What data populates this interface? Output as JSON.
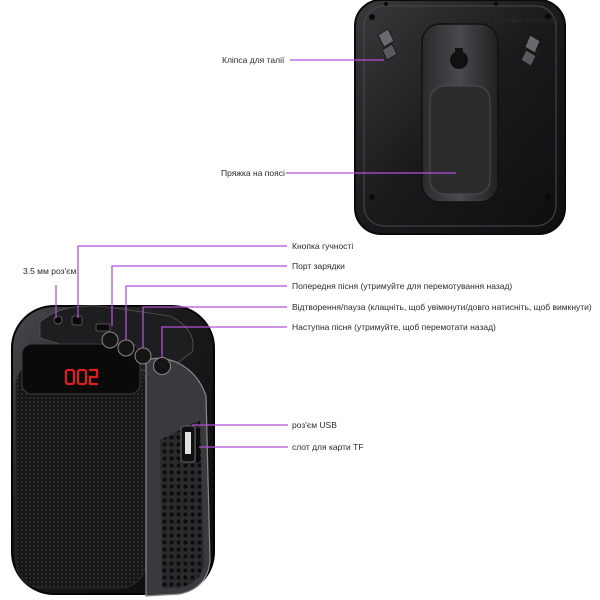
{
  "labels": {
    "buckle_top": "Пряжка на поясі",
    "waist_clip": "Кліпса для талії",
    "belt_buckle": "Пряжка на поясі",
    "volume_button": "Кнопка гучності",
    "jack_35": "3.5 мм роз'єм",
    "charging_port": "Порт зарядки",
    "prev_song": "Попередня пісня (утримуйте для перемотування назад)",
    "play_pause": "Відтворення/пауза (клацніть, щоб увімкнути/довго натисніть, щоб вимкнути)",
    "next_song": "Наступна пісня (утримуйте, щоб перемотати назад)",
    "usb_port": "роз'єм USB",
    "tf_slot": "слот для карти TF"
  },
  "colors": {
    "callout_line": "#b34fd6",
    "device_body": "#1c1c1e",
    "display_red": "#e02020"
  }
}
